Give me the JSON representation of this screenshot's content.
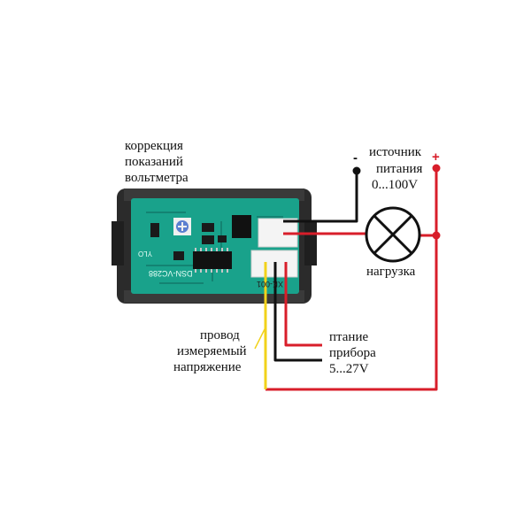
{
  "labels": {
    "correction": [
      "коррекция",
      "показаний",
      "вольтметра"
    ],
    "source": [
      "источник",
      "питания",
      "0...100V"
    ],
    "load": "нагрузка",
    "measured_wire": [
      "провод",
      "измеряемый",
      "напряжение"
    ],
    "device_power": [
      "птание",
      "прибора",
      "5...27V"
    ]
  },
  "polarity": {
    "minus": "-",
    "plus": "+"
  },
  "pcb_silkscreen": {
    "model": "DSN-VC288",
    "connector": "XK-001",
    "mark": "YLO"
  },
  "colors": {
    "pcb": "#19a28b",
    "frame": "#2b2b2b",
    "wire_black": "#111111",
    "wire_red": "#d81e2a",
    "wire_yellow": "#f2d21a",
    "connector": "#f4f4f4"
  }
}
